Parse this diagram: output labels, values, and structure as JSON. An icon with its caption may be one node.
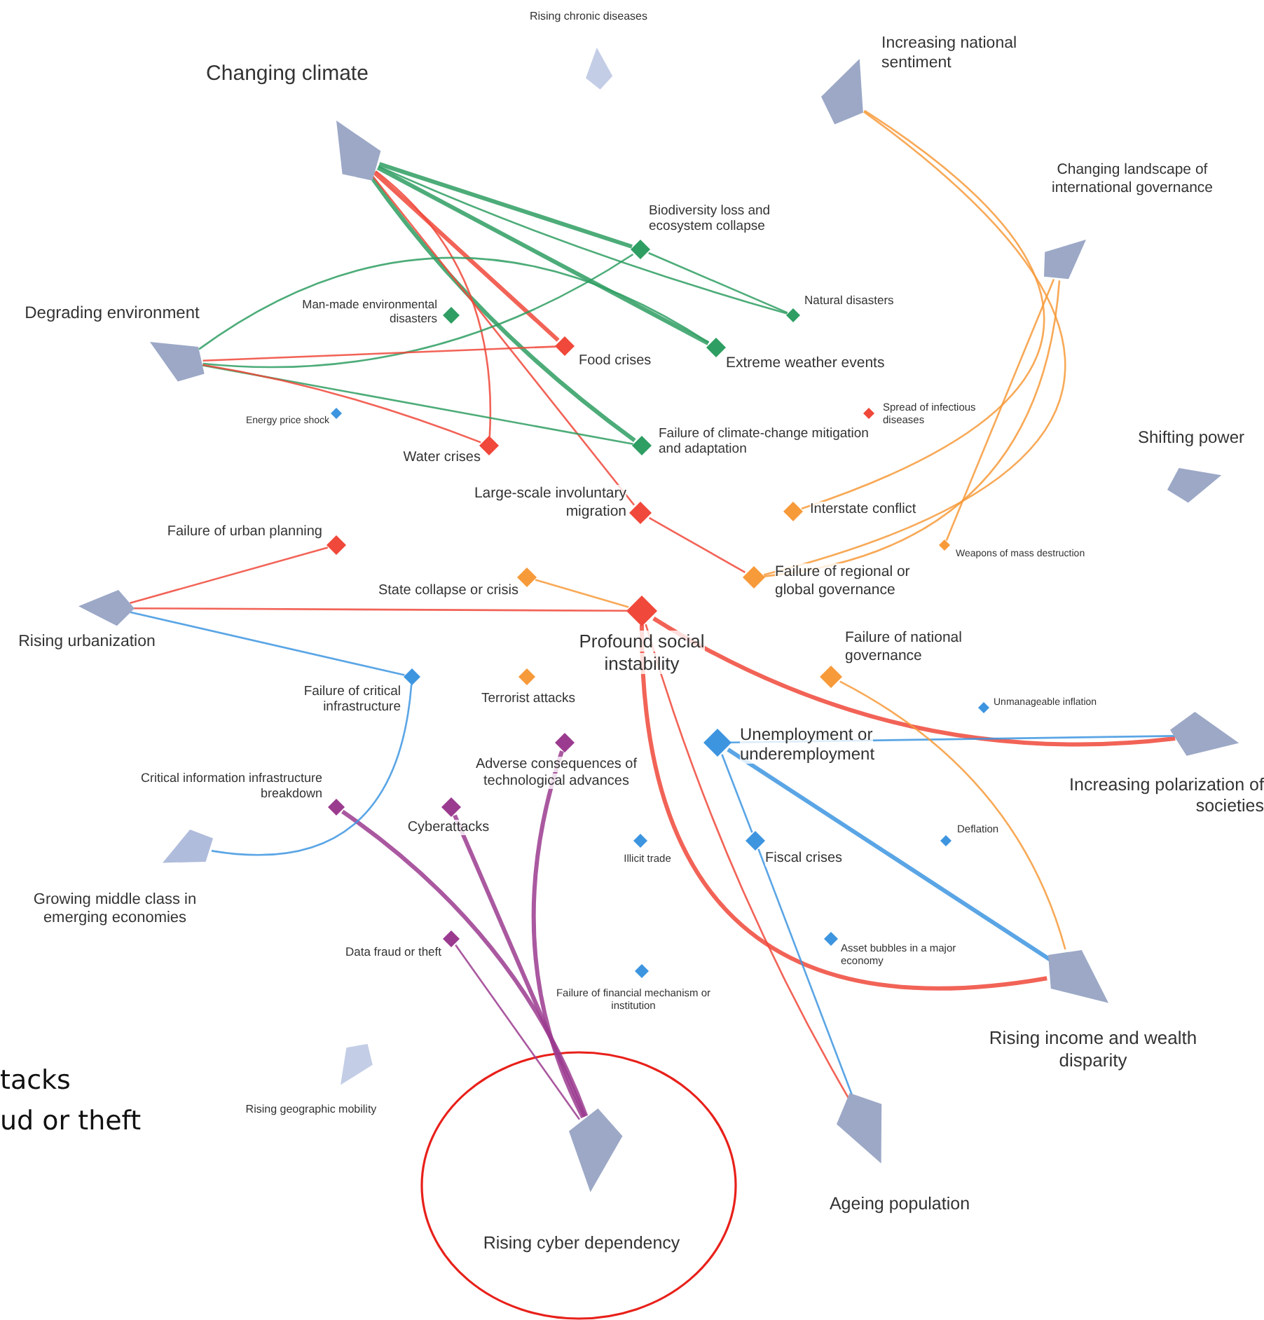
{
  "diagram": {
    "nodes": [
      {
        "text": [
          "Changing climate"
        ]
      },
      {
        "text": [
          "Rising chronic diseases"
        ]
      },
      {
        "text": [
          "Increasing national sentiment"
        ]
      },
      {
        "text": [
          "Changing landscape of international governance"
        ]
      },
      {
        "text": [
          "Degrading environment"
        ]
      },
      {
        "text": [
          "Shifting power"
        ]
      },
      {
        "text": [
          "Rising urbanization"
        ]
      },
      {
        "text": [
          "Increasing polarization of societies"
        ]
      },
      {
        "text": [
          "Growing middle class in emerging economies"
        ]
      },
      {
        "text": [
          "Rising geographic mobility"
        ]
      },
      {
        "text": [
          "Rising cyber dependency"
        ]
      },
      {
        "text": [
          "Ageing population"
        ]
      },
      {
        "text": [
          "Rising income and wealth disparity"
        ]
      },
      {
        "text": [
          "Biodiversity loss and ecosystem collapse"
        ]
      },
      {
        "text": [
          "Man-made environmental disasters"
        ]
      },
      {
        "text": [
          "Natural disasters"
        ]
      },
      {
        "text": [
          "Food crises"
        ]
      },
      {
        "text": [
          "Extreme weather events"
        ]
      },
      {
        "text": [
          "Energy price shock"
        ]
      },
      {
        "text": [
          "Spread of infectious diseases"
        ]
      },
      {
        "text": [
          "Water crises"
        ]
      },
      {
        "text": [
          "Failure of climate-change mitigation and adaptation"
        ]
      },
      {
        "text": [
          "Large-scale involuntary migration"
        ]
      },
      {
        "text": [
          "Interstate conflict"
        ]
      },
      {
        "text": [
          "Weapons of mass destruction"
        ]
      },
      {
        "text": [
          "Failure of urban planning"
        ]
      },
      {
        "text": [
          "State collapse or crisis"
        ]
      },
      {
        "text": [
          "Failure of regional or global governance"
        ]
      },
      {
        "text": [
          "Profound social instability"
        ]
      },
      {
        "text": [
          "Failure of national governance"
        ]
      },
      {
        "text": [
          "Unmanageable inflation"
        ]
      },
      {
        "text": [
          "Failure of critical infrastructure"
        ]
      },
      {
        "text": [
          "Terrorist attacks"
        ]
      },
      {
        "text": [
          "Unemployment or underemployment"
        ]
      },
      {
        "text": [
          "Adverse consequences of technological advances"
        ]
      },
      {
        "text": [
          "Critical information infrastructure breakdown"
        ]
      },
      {
        "text": [
          "Cyberattacks"
        ]
      },
      {
        "text": [
          "Illicit trade"
        ]
      },
      {
        "text": [
          "Fiscal crises"
        ]
      },
      {
        "text": [
          "Deflation"
        ]
      },
      {
        "text": [
          "Data fraud or theft"
        ]
      },
      {
        "text": [
          "Asset bubbles in a major economy"
        ]
      },
      {
        "text": [
          "Failure of financial mechanism or institution"
        ]
      }
    ],
    "edges": [
      {
        "from": 0,
        "to": 13,
        "arrow": "none",
        "style": "thick",
        "color": "#2e9e62"
      },
      {
        "from": 0,
        "to": 17,
        "arrow": "none",
        "style": "thick",
        "color": "#2e9e62"
      },
      {
        "from": 0,
        "to": 21,
        "arrow": "none",
        "style": "thick",
        "color": "#2e9e62"
      },
      {
        "from": 0,
        "to": 15,
        "arrow": "none",
        "color": "#2e9e62"
      },
      {
        "from": 0,
        "to": 16,
        "arrow": "none",
        "style": "thick",
        "color": "#f0483a"
      },
      {
        "from": 0,
        "to": 20,
        "arrow": "none",
        "color": "#f0483a"
      },
      {
        "from": 0,
        "to": 22,
        "arrow": "none",
        "color": "#f0483a"
      },
      {
        "from": 13,
        "to": 15,
        "arrow": "none",
        "color": "#2e9e62"
      },
      {
        "from": 4,
        "to": 13,
        "arrow": "none",
        "color": "#2e9e62"
      },
      {
        "from": 4,
        "to": 17,
        "arrow": "none",
        "color": "#2e9e62"
      },
      {
        "from": 4,
        "to": 21,
        "arrow": "none",
        "color": "#2e9e62"
      },
      {
        "from": 4,
        "to": 20,
        "arrow": "none",
        "color": "#f0483a"
      },
      {
        "from": 4,
        "to": 16,
        "arrow": "none",
        "color": "#f0483a"
      },
      {
        "from": 6,
        "to": 25,
        "arrow": "none",
        "color": "#f0483a"
      },
      {
        "from": 6,
        "to": 28,
        "arrow": "none",
        "color": "#f0483a"
      },
      {
        "from": 6,
        "to": 31,
        "arrow": "none",
        "color": "#3d95e0"
      },
      {
        "from": 22,
        "to": 27,
        "arrow": "none",
        "color": "#f0483a"
      },
      {
        "from": 28,
        "to": 7,
        "arrow": "none",
        "style": "thick",
        "color": "#f0483a"
      },
      {
        "from": 28,
        "to": 12,
        "arrow": "none",
        "style": "thick",
        "color": "#f0483a"
      },
      {
        "from": 28,
        "to": 11,
        "arrow": "none",
        "color": "#f0483a"
      },
      {
        "from": 33,
        "to": 7,
        "arrow": "none",
        "color": "#3d95e0"
      },
      {
        "from": 33,
        "to": 12,
        "arrow": "none",
        "style": "thick",
        "color": "#3d95e0"
      },
      {
        "from": 33,
        "to": 38,
        "arrow": "none",
        "color": "#3d95e0"
      },
      {
        "from": 38,
        "to": 11,
        "arrow": "none",
        "color": "#3d95e0"
      },
      {
        "from": 29,
        "to": 12,
        "arrow": "none",
        "color": "#f79a3a"
      },
      {
        "from": 10,
        "to": 35,
        "arrow": "none",
        "style": "thick",
        "color": "#9b3b8f"
      },
      {
        "from": 10,
        "to": 36,
        "arrow": "none",
        "style": "thick",
        "color": "#9b3b8f"
      },
      {
        "from": 10,
        "to": 34,
        "arrow": "none",
        "style": "thick",
        "color": "#9b3b8f"
      },
      {
        "from": 10,
        "to": 40,
        "arrow": "none",
        "color": "#9b3b8f"
      },
      {
        "from": 26,
        "to": 28,
        "arrow": "none",
        "color": "#f79a3a"
      },
      {
        "from": 3,
        "to": 27,
        "arrow": "none",
        "color": "#f79a3a"
      },
      {
        "from": 2,
        "to": 23,
        "arrow": "none",
        "color": "#f79a3a"
      },
      {
        "from": 2,
        "to": 27,
        "arrow": "none",
        "color": "#f79a3a"
      },
      {
        "from": 3,
        "to": 24,
        "arrow": "none",
        "color": "#f79a3a"
      },
      {
        "from": 8,
        "to": 31,
        "arrow": "none",
        "color": "#3d95e0"
      }
    ],
    "labels": [
      "tacks",
      "ud or theft"
    ]
  }
}
